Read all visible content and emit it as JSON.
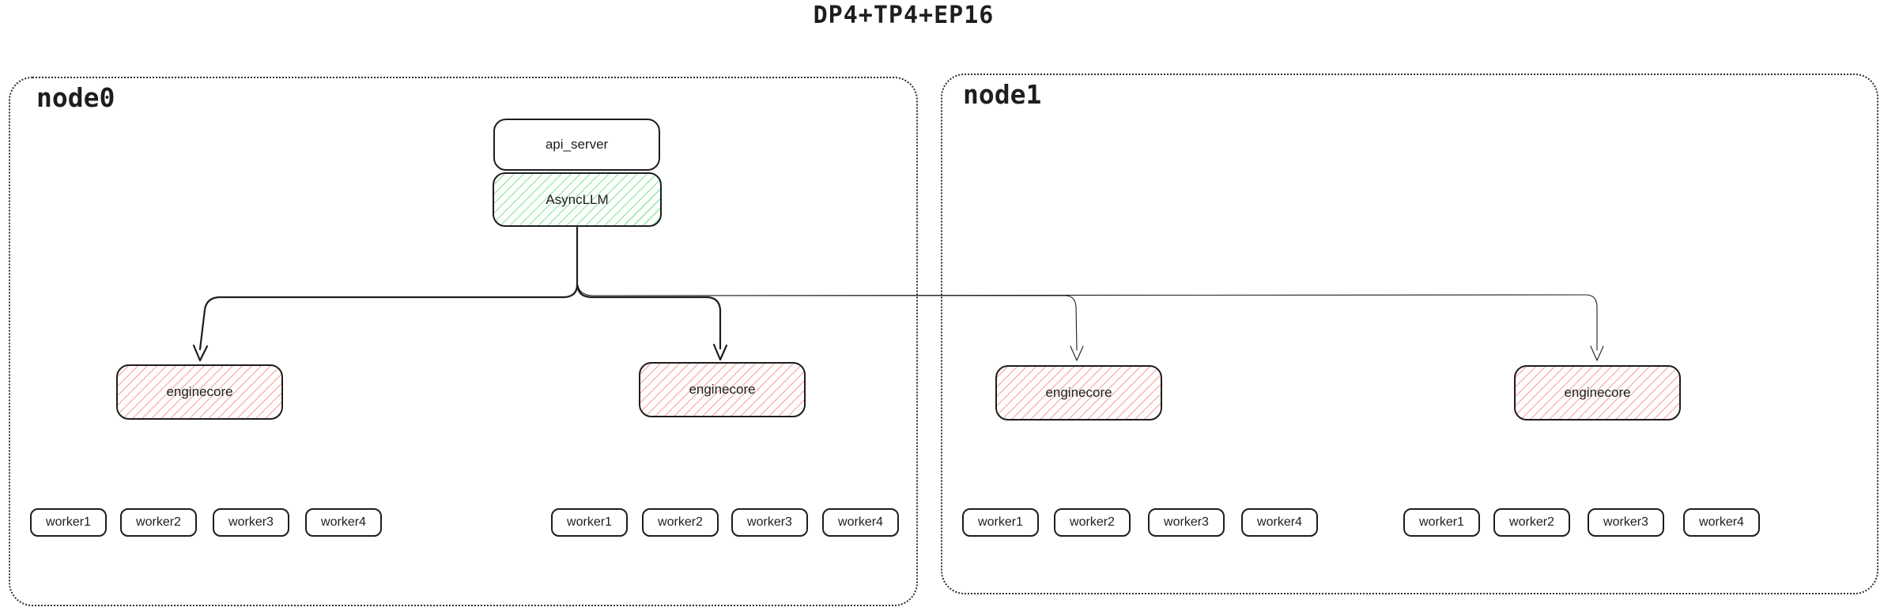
{
  "title": "DP4+TP4+EP16",
  "node0": {
    "label": "node0"
  },
  "node1": {
    "label": "node1"
  },
  "api_server": {
    "label": "api_server"
  },
  "async_llm": {
    "label": "AsyncLLM"
  },
  "enginecores": {
    "labels": [
      "enginecore",
      "enginecore",
      "enginecore",
      "enginecore"
    ]
  },
  "workers": {
    "labels": [
      "worker1",
      "worker2",
      "worker3",
      "worker4"
    ]
  },
  "colors": {
    "ink": "#1e1e1e",
    "green_hatch": "#a6e8b2",
    "red_hatch": "#f6b8b4"
  }
}
